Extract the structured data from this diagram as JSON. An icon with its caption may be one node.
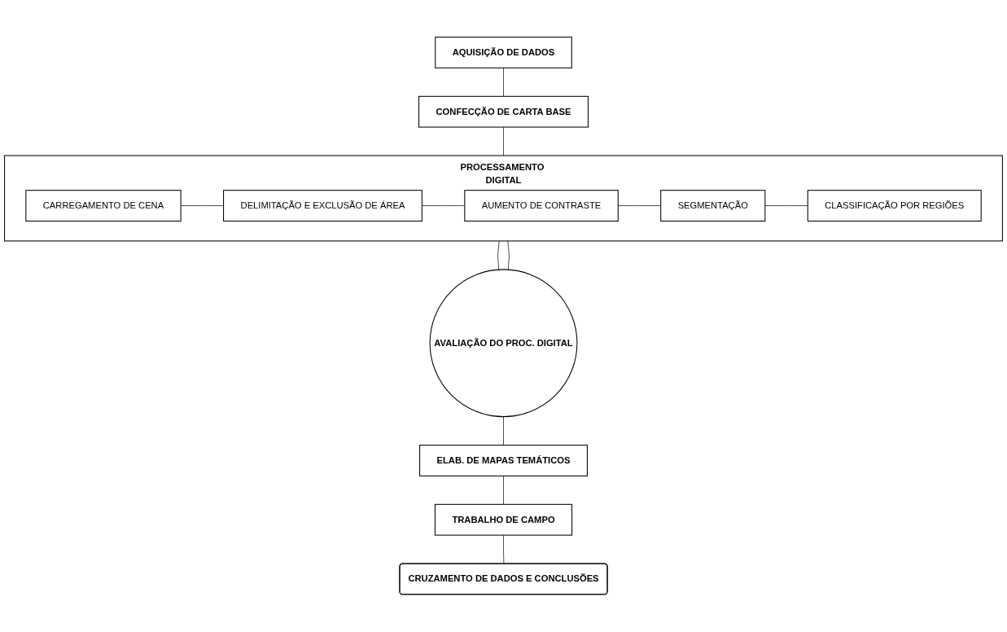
{
  "diagram": {
    "nodes": [
      {
        "text": [
          "AQUISIÇÃO DE DADOS"
        ]
      },
      {
        "text": [
          "CONFECÇÃO DE CARTA BASE"
        ]
      },
      {
        "text": [
          "PROCESSAMENTO DIGITAL"
        ]
      },
      {
        "text": [
          "CARREGAMENTO DE CENA"
        ],
        "in": 2
      },
      {
        "text": [
          "DELIMITAÇÃO E EXCLUSÃO DE ÁREA"
        ],
        "in": 2
      },
      {
        "text": [
          "AUMENTO DE CONTRASTE"
        ],
        "in": 2
      },
      {
        "text": [
          "SEGMENTAÇÃO"
        ],
        "in": 2
      },
      {
        "text": [
          "CLASSIFICAÇÃO POR REGIÕES"
        ],
        "in": 2
      },
      {
        "text": [
          "AVALIAÇÃO DO PROC. DIGITAL"
        ]
      },
      {
        "text": [
          "ELAB. DE MAPAS TEMÁTICOS"
        ]
      },
      {
        "text": [
          "TRABALHO DE CAMPO"
        ]
      },
      {
        "text": [
          "CRUZAMENTO DE DADOS E CONCLUSÕES"
        ]
      }
    ],
    "edges": [
      {
        "from": 0,
        "to": 1,
        "arrow": "none"
      },
      {
        "from": 1,
        "to": 2,
        "arrow": "none"
      },
      {
        "from": 3,
        "to": 4,
        "arrow": "none"
      },
      {
        "from": 4,
        "to": 5,
        "arrow": "none"
      },
      {
        "from": 5,
        "to": 6,
        "arrow": "none"
      },
      {
        "from": 6,
        "to": 7,
        "arrow": "none"
      },
      {
        "from": 2,
        "to": 8,
        "arrow": "none"
      },
      {
        "from": 8,
        "to": 2,
        "arrow": "none"
      },
      {
        "from": 8,
        "to": 9,
        "arrow": "none"
      },
      {
        "from": 9,
        "to": 10,
        "arrow": "none"
      },
      {
        "from": 10,
        "to": 11,
        "arrow": "none"
      }
    ]
  }
}
